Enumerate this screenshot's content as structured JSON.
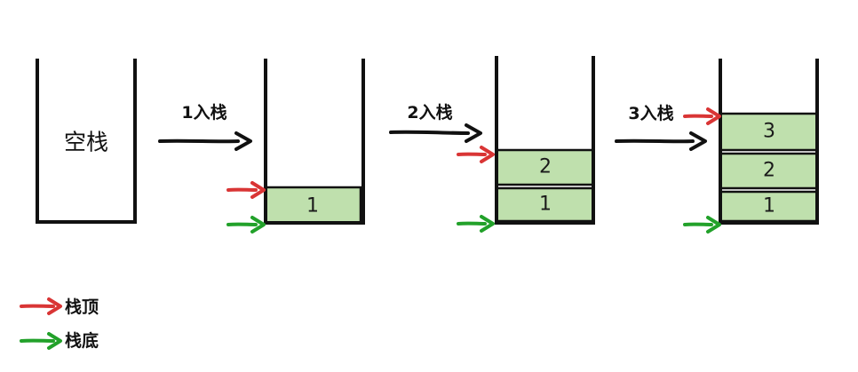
{
  "colors": {
    "element_fill": "#bfe0ad",
    "outline": "#111111",
    "top_pointer": "#d93535",
    "bottom_pointer": "#22a12a"
  },
  "stacks": [
    {
      "caption": "空栈",
      "elements": []
    },
    {
      "caption": "",
      "elements": [
        "1"
      ]
    },
    {
      "caption": "",
      "elements": [
        "1",
        "2"
      ]
    },
    {
      "caption": "",
      "elements": [
        "1",
        "2",
        "3"
      ]
    }
  ],
  "steps": [
    {
      "label": "1入栈"
    },
    {
      "label": "2入栈"
    },
    {
      "label": "3入栈"
    }
  ],
  "legend": {
    "top": {
      "label": "栈顶",
      "icon": "red-arrow-icon"
    },
    "bottom": {
      "label": "栈底",
      "icon": "green-arrow-icon"
    }
  }
}
